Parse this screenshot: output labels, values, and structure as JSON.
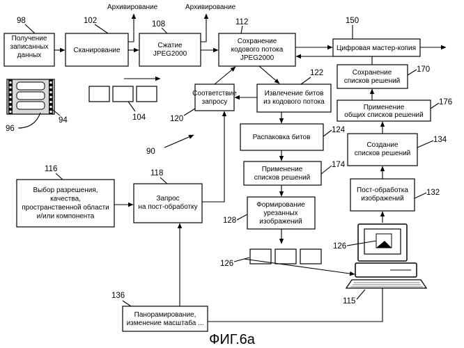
{
  "caption": "ФИГ.6a",
  "arrow_labels": {
    "archive_1": "Архивирование",
    "archive_2": "Архивирование"
  },
  "boxes": {
    "b98": {
      "lines": [
        "Получение",
        "записанных",
        "данных"
      ]
    },
    "b102": {
      "lines": [
        "Сканирование"
      ]
    },
    "b108": {
      "lines": [
        "Сжатие",
        "JPEG2000"
      ]
    },
    "b112": {
      "lines": [
        "Сохранение",
        "кодового потока",
        "JPEG2000"
      ]
    },
    "b150": {
      "lines": [
        "Цифровая мастер-копия"
      ]
    },
    "b170": {
      "lines": [
        "Сохранение",
        "списков решений"
      ]
    },
    "b176": {
      "lines": [
        "Применение",
        "общих списков решений"
      ]
    },
    "b134": {
      "lines": [
        "Создание",
        "списков решений"
      ]
    },
    "b132": {
      "lines": [
        "Пост-обработка",
        "изображений"
      ]
    },
    "b120": {
      "lines": [
        "Соответствие",
        "запросу"
      ]
    },
    "b122": {
      "lines": [
        "Извлечение битов",
        "из кодового потока"
      ]
    },
    "b124": {
      "lines": [
        "Распаковка битов"
      ]
    },
    "b174": {
      "lines": [
        "Применение",
        "списков решений"
      ]
    },
    "b128": {
      "lines": [
        "Формирование",
        "урезанных",
        "изображений"
      ]
    },
    "b116": {
      "lines": [
        "Выбор разрешения,",
        "качества,",
        "пространственной области",
        "и/или компонента"
      ]
    },
    "b118": {
      "lines": [
        "Запрос",
        "на пост-обработку"
      ]
    },
    "b136": {
      "lines": [
        "Панорамирование,",
        "изменение масштаба ..."
      ]
    }
  },
  "refs": {
    "r98": "98",
    "r102": "102",
    "r108": "108",
    "r112": "112",
    "r150": "150",
    "r170": "170",
    "r176": "176",
    "r134": "134",
    "r132": "132",
    "r122": "122",
    "r124": "124",
    "r174": "174",
    "r128": "128",
    "r120": "120",
    "r116": "116",
    "r118": "118",
    "r136": "136",
    "r126a": "126",
    "r126b": "126",
    "r115": "115",
    "r94": "94",
    "r96": "96",
    "r104": "104",
    "r90": "90"
  }
}
